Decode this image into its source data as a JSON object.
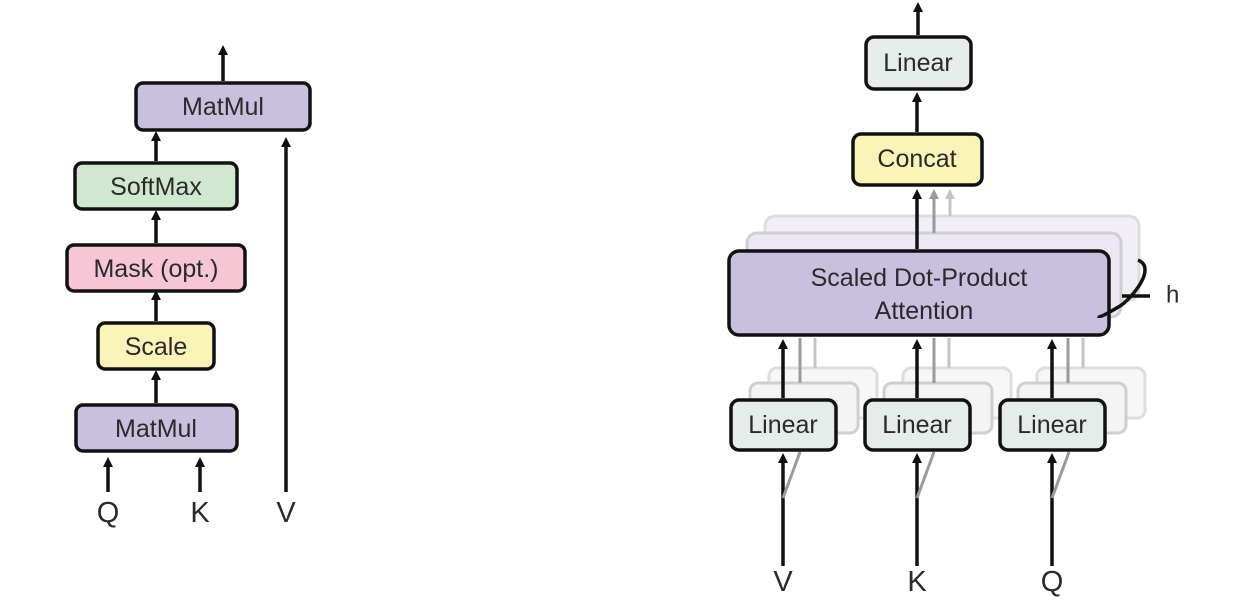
{
  "scaled_dot_product_attention": {
    "inputs": {
      "q": "Q",
      "k": "K",
      "v": "V"
    },
    "boxes": {
      "matmul_bottom": {
        "label": "MatMul",
        "color": "#c9c0e0"
      },
      "scale": {
        "label": "Scale",
        "color": "#fbf4b8"
      },
      "mask": {
        "label": "Mask (opt.)",
        "color": "#f6c6d4"
      },
      "softmax": {
        "label": "SoftMax",
        "color": "#cfe8cf"
      },
      "matmul_top": {
        "label": "MatMul",
        "color": "#c9c0e0"
      }
    }
  },
  "multi_head_attention": {
    "inputs": {
      "v": "V",
      "k": "K",
      "q": "Q"
    },
    "linear_inputs": [
      {
        "label": "Linear",
        "color": "#e6ecea"
      },
      {
        "label": "Linear",
        "color": "#e6ecea"
      },
      {
        "label": "Linear",
        "color": "#e6ecea"
      }
    ],
    "attention": {
      "label_line1": "Scaled Dot-Product",
      "label_line2": "Attention",
      "color": "#c9c0e0"
    },
    "heads_label": "h",
    "concat": {
      "label": "Concat",
      "color": "#fbf4b8"
    },
    "linear_output": {
      "label": "Linear",
      "color": "#e6ecea"
    }
  }
}
